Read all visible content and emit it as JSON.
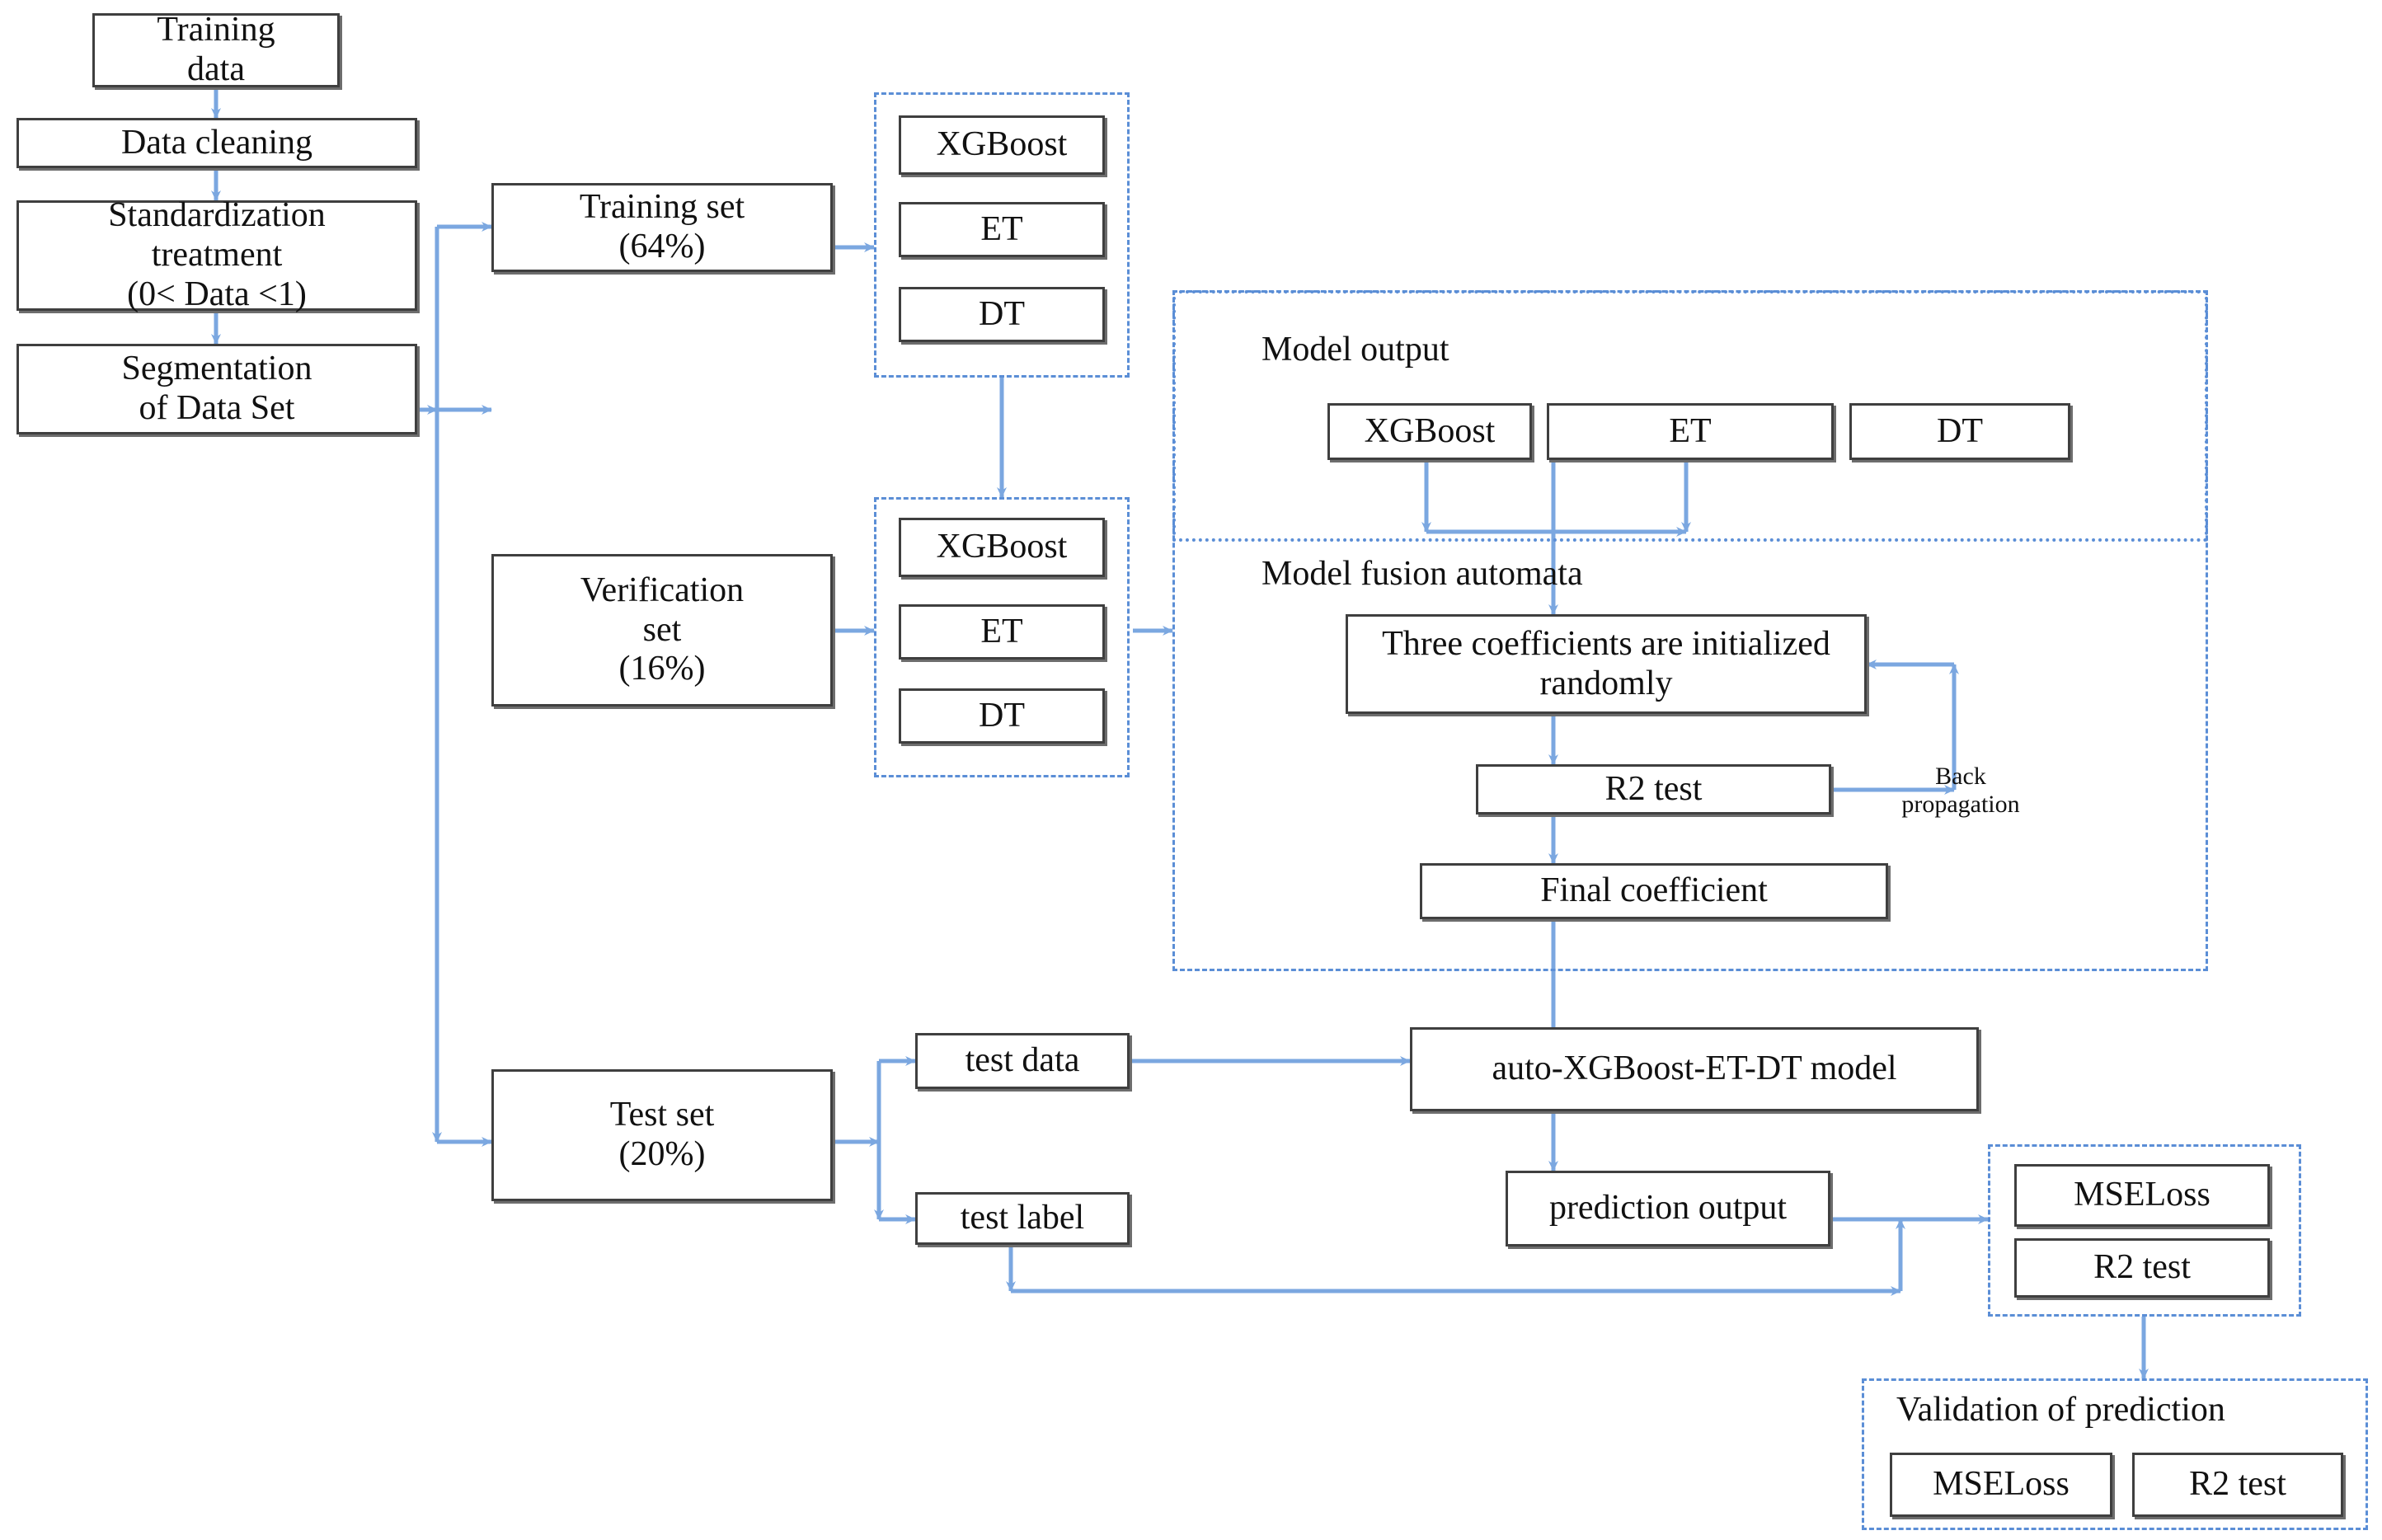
{
  "diagram": {
    "title": "auto-XGBoost-ET-DT model workflow flowchart",
    "colors": {
      "connector": "#7ba7e0",
      "dashed_group_border": "#5b8ed6",
      "node_border": "#3f3f3f",
      "node_fill": "#ffffff",
      "text": "#111111"
    },
    "preprocessing": [
      {
        "id": "training-data",
        "label": "Training\ndata"
      },
      {
        "id": "data-cleaning",
        "label": "Data cleaning"
      },
      {
        "id": "standardization",
        "label": "Standardization\ntreatment\n(0< Data <1)"
      },
      {
        "id": "segmentation",
        "label": "Segmentation\nof Data Set"
      }
    ],
    "splits": [
      {
        "id": "training-set",
        "label": "Training set\n(64%)"
      },
      {
        "id": "verification-set",
        "label": "Verification\nset\n(16%)"
      },
      {
        "id": "test-set",
        "label": "Test set\n(20%)"
      }
    ],
    "train_models": {
      "group_label": "",
      "items": [
        "XGBoost",
        "ET",
        "DT"
      ]
    },
    "verify_models": {
      "group_label": "",
      "items": [
        "XGBoost",
        "ET",
        "DT"
      ]
    },
    "model_output": {
      "group_label": "Model output",
      "items": [
        "XGBoost",
        "ET",
        "DT"
      ]
    },
    "model_fusion": {
      "group_label": "Model fusion automata",
      "steps": [
        "Three coefficients are initialized randomly",
        "R2 test",
        "Final coefficient"
      ],
      "loop_label": "Back\npropagation"
    },
    "test_branch": [
      {
        "id": "test-data",
        "label": "test data"
      },
      {
        "id": "test-label",
        "label": "test label"
      }
    ],
    "inference": [
      {
        "id": "auto-model",
        "label": "auto-XGBoost-ET-DT model"
      },
      {
        "id": "prediction-output",
        "label": "prediction output"
      }
    ],
    "metrics_group": {
      "group_label": "",
      "items": [
        "MSELoss",
        "R2 test"
      ]
    },
    "validation_group": {
      "group_label": "Validation of prediction",
      "items": [
        "MSELoss",
        "R2 test"
      ]
    }
  }
}
